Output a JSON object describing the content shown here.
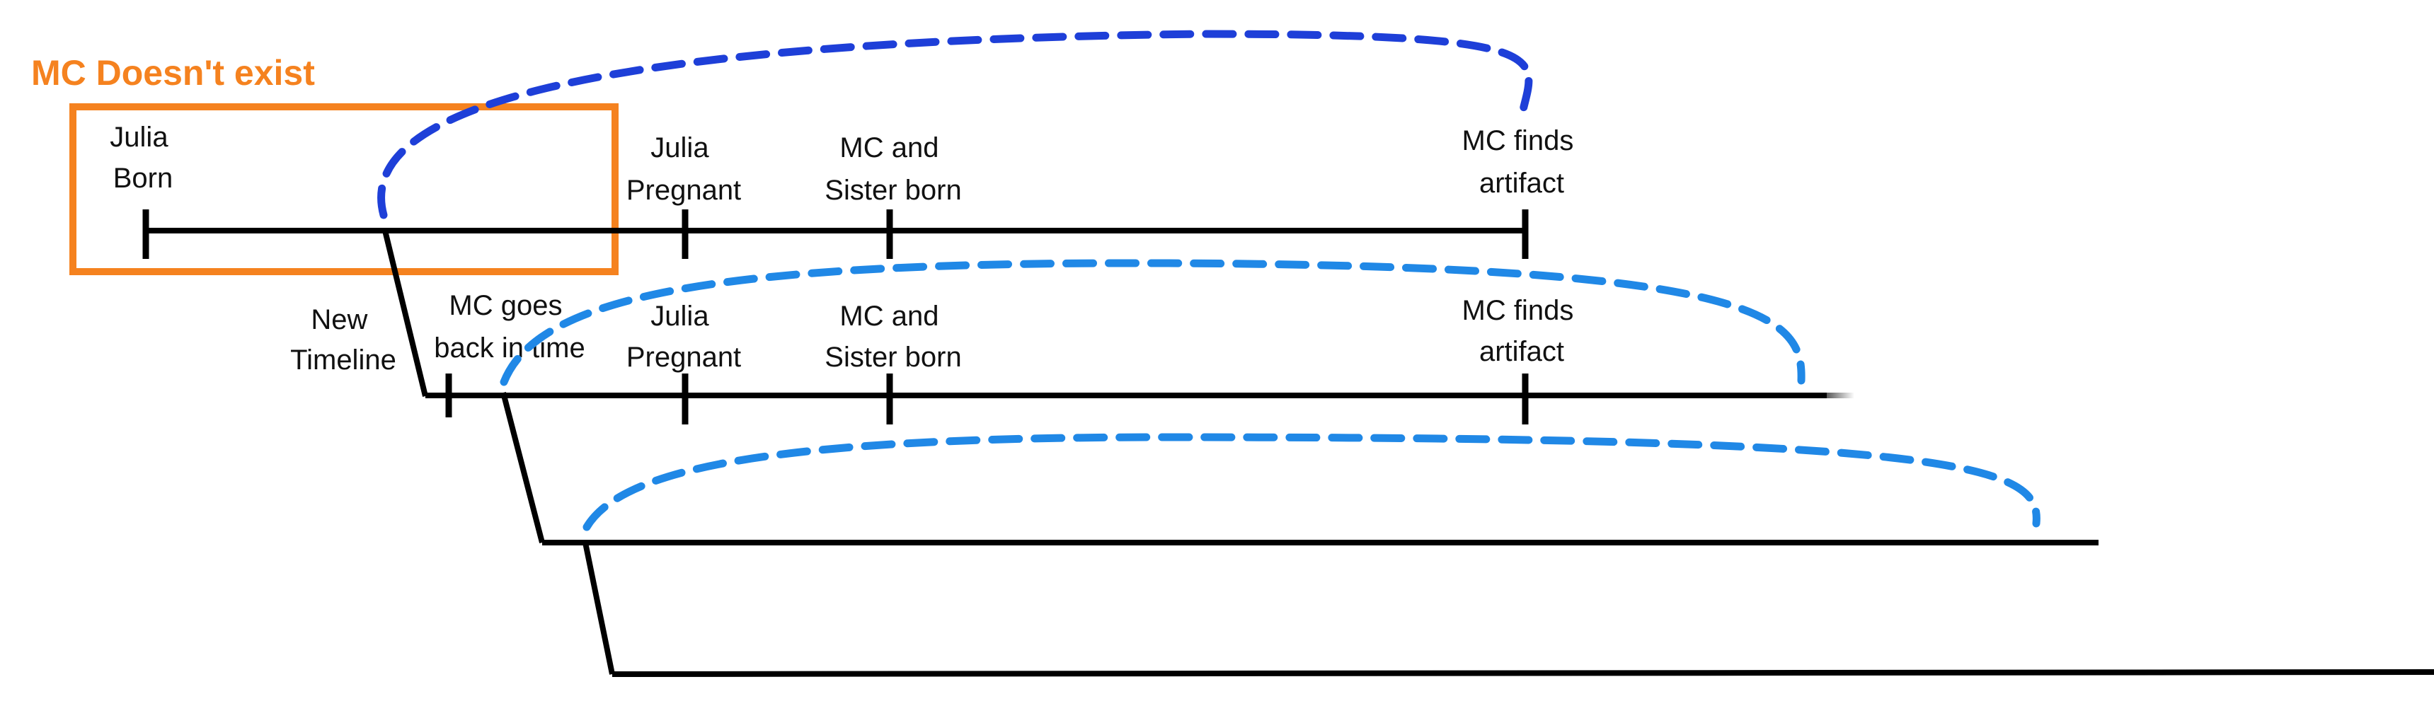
{
  "colors": {
    "line": "#000000",
    "highlight": "#F5821F",
    "loop_dark": "#1E3FD8",
    "loop_light": "#2088E6",
    "text": "#111111"
  },
  "banner": {
    "title": "MC Doesn't exist"
  },
  "timeline1": {
    "julia_born": [
      "Julia",
      "Born"
    ],
    "julia_pregnant": [
      "Julia",
      "Pregnant"
    ],
    "mc_sister_born": [
      "MC and",
      "Sister born"
    ],
    "mc_finds_artifact": [
      "MC finds",
      "artifact"
    ]
  },
  "timeline2": {
    "new_timeline": [
      "New",
      "Timeline"
    ],
    "mc_goes_back": [
      "MC goes",
      "back in time"
    ],
    "julia_pregnant": [
      "Julia",
      "Pregnant"
    ],
    "mc_sister_born": [
      "MC and",
      "Sister born"
    ],
    "mc_finds_artifact": [
      "MC finds",
      "artifact"
    ]
  }
}
